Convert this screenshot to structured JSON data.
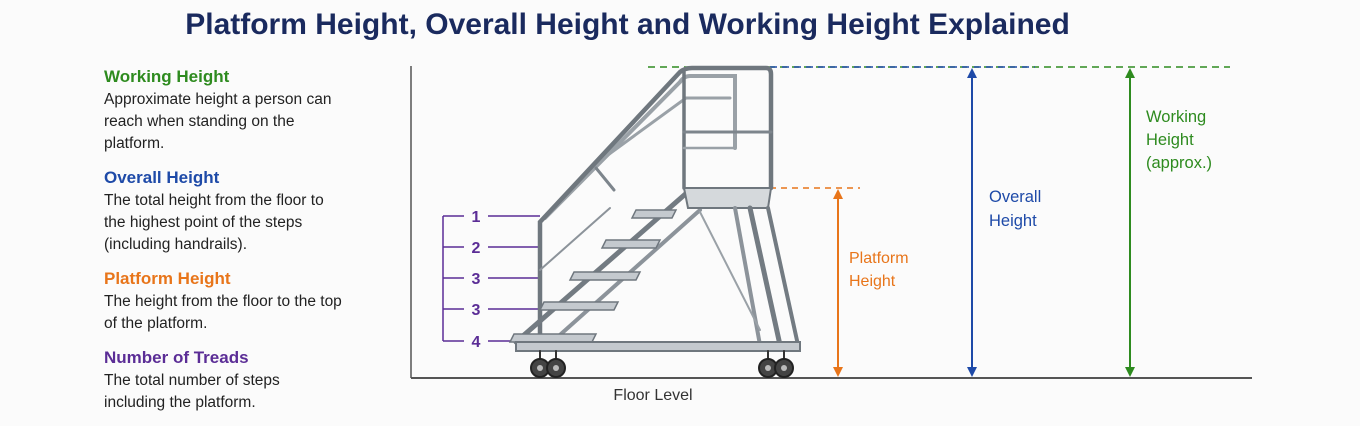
{
  "title": "Platform Height, Overall Height and Working Height Explained",
  "legend": [
    {
      "heading": "Working Height",
      "text": "Approximate height a person can reach when standing on the platform.",
      "color": "#2e8b1f"
    },
    {
      "heading": "Overall Height",
      "text": "The total height from the floor to the highest point of the steps (including handrails).",
      "color": "#1e4aa8"
    },
    {
      "heading": "Platform Height",
      "text": "The height from the floor to the top of the platform.",
      "color": "#e8751a"
    },
    {
      "heading": "Number of Treads",
      "text": "The total number of steps including the platform.",
      "color": "#5b2d96"
    }
  ],
  "tread_numbers": [
    "1",
    "2",
    "3",
    "3",
    "4"
  ],
  "labels": {
    "platform_line1": "Platform",
    "platform_line2": "Height",
    "overall_line1": "Overall",
    "overall_line2": "Height",
    "working_line1": "Working",
    "working_line2": "Height",
    "working_line3": "(approx.)",
    "floor": "Floor Level"
  },
  "colors": {
    "green": "#2e8b1f",
    "blue": "#1e4aa8",
    "orange": "#e8751a",
    "purple": "#5b2d96",
    "title": "#1a2a5e"
  }
}
